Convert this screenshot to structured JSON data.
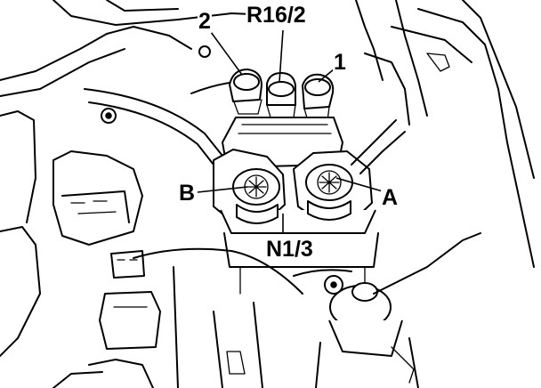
{
  "labels": {
    "top_left": "2",
    "top_center": "R16/2",
    "top_right": "1",
    "left": "B",
    "right": "A",
    "bottom": "N1/3"
  },
  "colors": {
    "ink": "#000000",
    "paper": "#ffffff"
  }
}
